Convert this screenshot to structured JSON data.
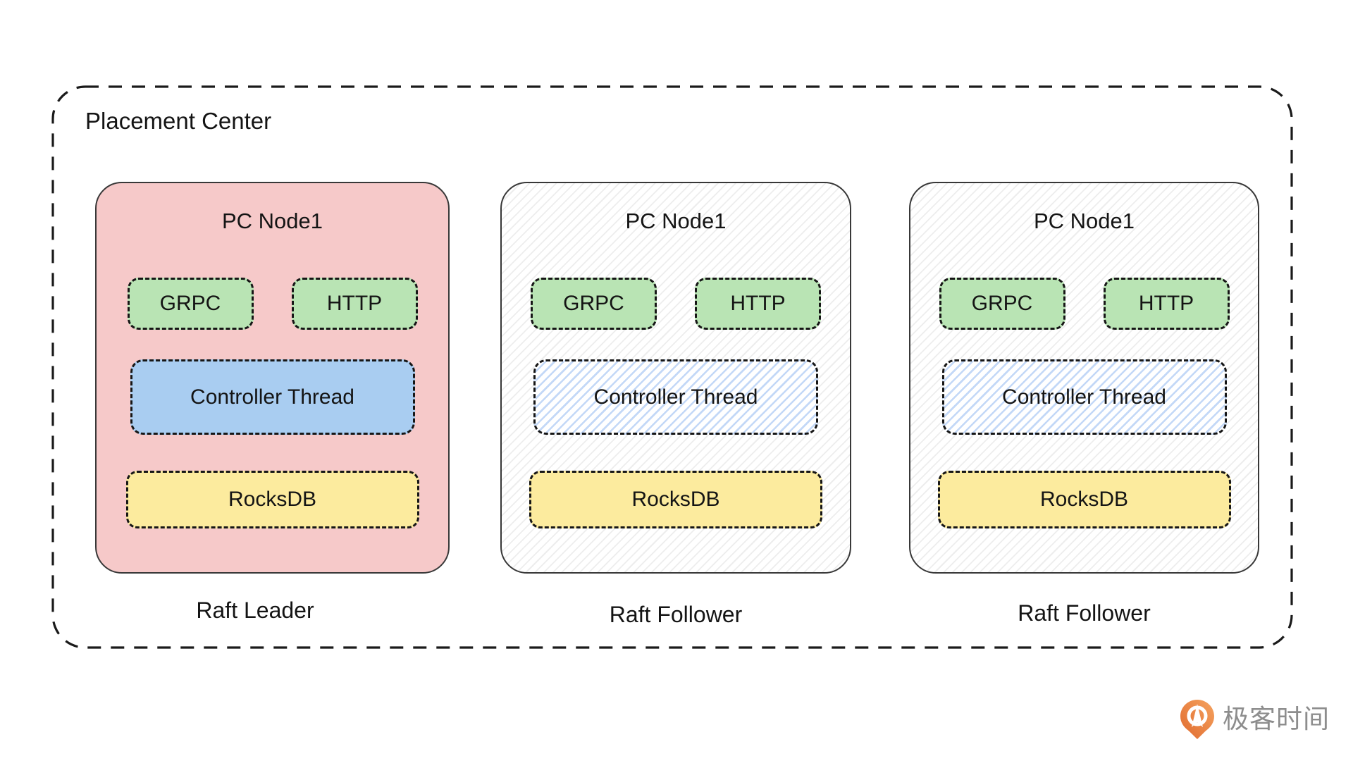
{
  "diagram": {
    "container": {
      "label": "Placement Center"
    },
    "nodes": [
      {
        "title": "PC Node1",
        "role": "Raft Leader",
        "components": {
          "grpc": "GRPC",
          "http": "HTTP",
          "controller": "Controller Thread",
          "db": "RocksDB"
        }
      },
      {
        "title": "PC Node1",
        "role": "Raft Follower",
        "components": {
          "grpc": "GRPC",
          "http": "HTTP",
          "controller": "Controller Thread",
          "db": "RocksDB"
        }
      },
      {
        "title": "PC Node1",
        "role": "Raft Follower",
        "components": {
          "grpc": "GRPC",
          "http": "HTTP",
          "controller": "Controller Thread",
          "db": "RocksDB"
        }
      }
    ],
    "colors": {
      "leader_bg": "#f6c9c9",
      "service_bg": "#b9e4b4",
      "controller_bg": "#a9cdf1",
      "db_bg": "#fceb9e",
      "dash_stroke": "#161616",
      "node_border": "#383838"
    }
  },
  "footer": {
    "brand": "极客时间",
    "logo_icon": "geektime-pin-icon",
    "brand_color": "#8d8d8d",
    "logo_color": "#ec7c3c"
  }
}
